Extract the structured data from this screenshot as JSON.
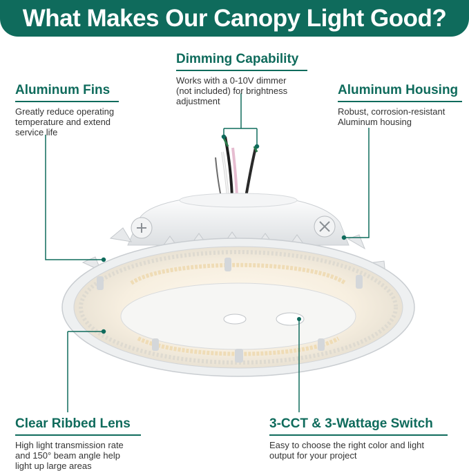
{
  "banner": {
    "title": "What Makes Our Canopy Light Good?"
  },
  "colors": {
    "accent": "#0f6b5c",
    "text": "#333333",
    "background": "#ffffff"
  },
  "features": {
    "dimming": {
      "title": "Dimming Capability",
      "lines": [
        "Works with a 0-10V dimmer",
        "(not included) for brightness",
        "adjustment"
      ]
    },
    "fins": {
      "title": "Aluminum Fins",
      "lines": [
        "Greatly reduce operating",
        "temperature and extend",
        "service life"
      ]
    },
    "housing": {
      "title": "Aluminum Housing",
      "lines": [
        "Robust, corrosion-resistant",
        "Aluminum housing"
      ]
    },
    "lens": {
      "title": "Clear Ribbed Lens",
      "lines": [
        "High light transmission rate",
        "and 150° beam angle help",
        "light up large areas"
      ]
    },
    "switch": {
      "title": "3-CCT & 3-Wattage Switch",
      "lines": [
        "Easy to choose the right color and light",
        "output for your project"
      ]
    }
  }
}
